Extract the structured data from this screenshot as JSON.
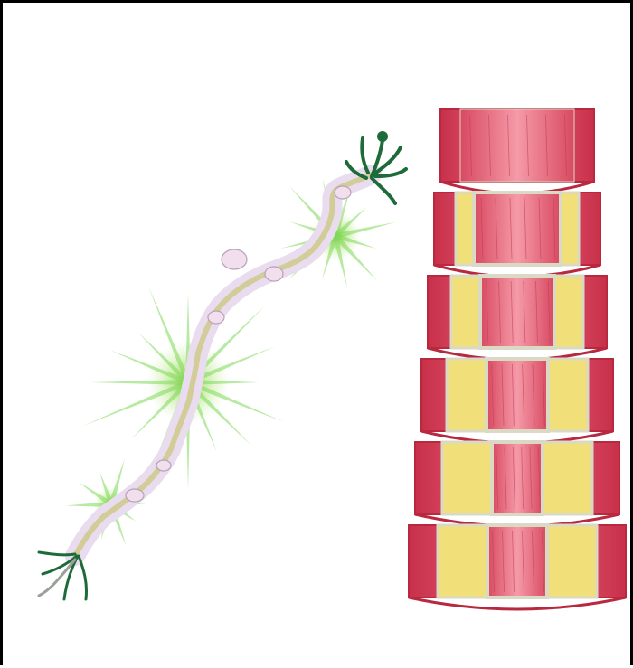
{
  "figure": {
    "panels": [
      "nerve-fiber-with-lesions",
      "blood-vessel-progressive-occlusion"
    ],
    "vessel_segment_count": 6,
    "colors": {
      "frame": "#000000",
      "background": "#ffffff",
      "vessel_wall": "#e05068",
      "vessel_wall_dark": "#b8283f",
      "vessel_lumen": "#e86a7d",
      "plaque": "#f1e07a",
      "fibrous_cap": "#d9d9c4",
      "axon": "#dcd8b0",
      "myelin": "#efd9e6",
      "spark": "#7ed957",
      "dendrite": "#1e6b3a"
    }
  }
}
